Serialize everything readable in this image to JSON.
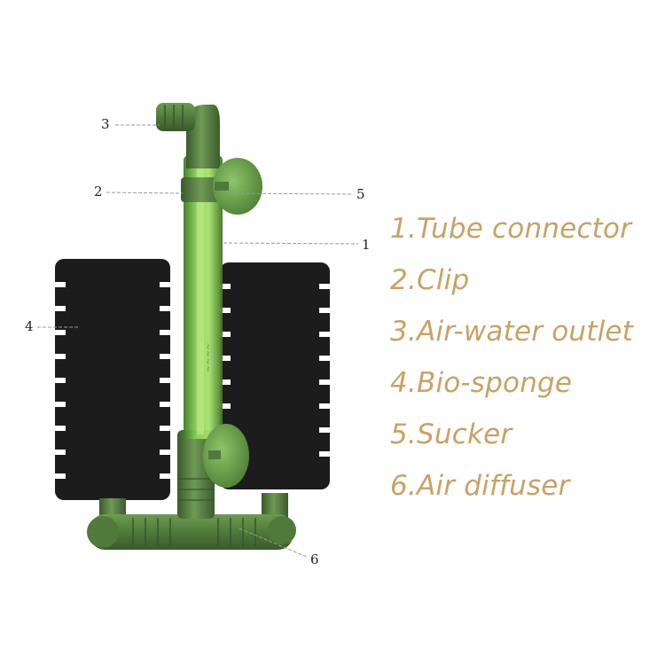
{
  "callouts": {
    "n1": "1",
    "n2": "2",
    "n3": "3",
    "n4": "4",
    "n5": "5",
    "n6": "6"
  },
  "legend": {
    "items": [
      "1.Tube connector",
      "2.Clip",
      "3.Air-water outlet",
      "4.Bio-sponge",
      "5.Sucker",
      "6.Air diffuser"
    ],
    "color": "#c8a265"
  },
  "colors": {
    "sponge": "#1c1c1c",
    "tube_green": "#5e9a3c",
    "plastic_dark_green": "#4c6f3a"
  }
}
